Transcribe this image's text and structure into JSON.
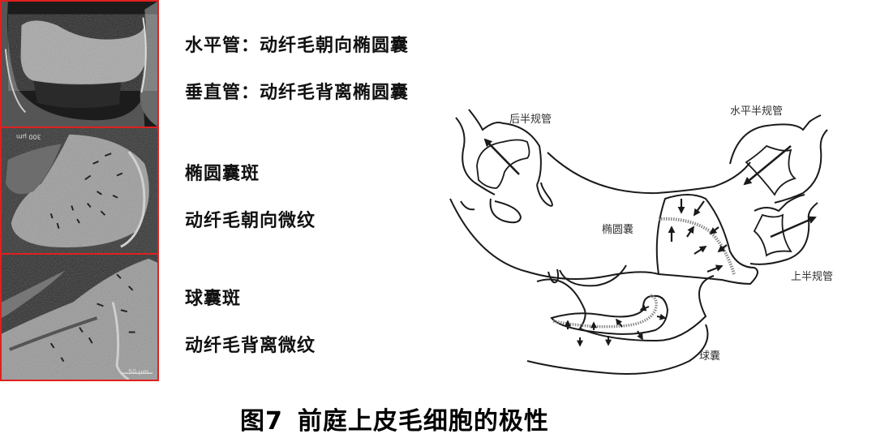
{
  "images": [
    {
      "id": "sem-semicircular-canal",
      "description": "SEM of crista ampullaris (semicircular canal)"
    },
    {
      "id": "sem-utricle-macula",
      "description": "SEM of utricular macula",
      "scale_label": "300 μm"
    },
    {
      "id": "sem-saccule-macula",
      "description": "SEM of saccular macula",
      "scale_label": "50 μm"
    }
  ],
  "text_labels": {
    "horizontal_canal": "水平管：动纤毛朝向椭圆囊",
    "vertical_canal": "垂直管：动纤毛背离椭圆囊",
    "utricle_macula_title": "椭圆囊斑",
    "utricle_macula_desc": "动纤毛朝向微纹",
    "saccule_macula_title": "球囊斑",
    "saccule_macula_desc": "动纤毛背离微纹"
  },
  "diagram": {
    "labels": {
      "posterior_canal": "后半规管",
      "horizontal_canal": "水平半规管",
      "superior_canal": "上半规管",
      "utricle": "椭圆囊",
      "saccule": "球囊"
    },
    "colors": {
      "line": "#1a1a1a",
      "striola": "#888888"
    }
  },
  "caption": {
    "figure_number": "图7",
    "title": "前庭上皮毛细胞的极性"
  },
  "colors": {
    "panel_border": "#e02020",
    "text": "#111111"
  }
}
